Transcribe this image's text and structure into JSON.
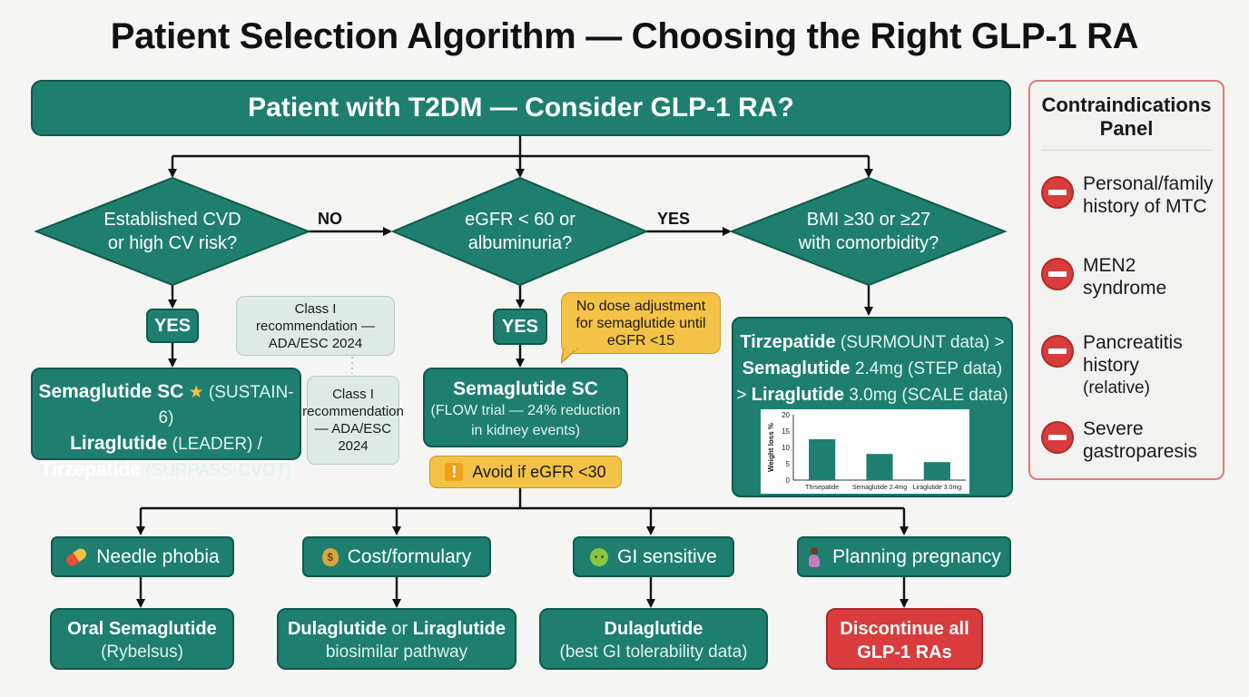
{
  "title": "Patient Selection Algorithm — Choosing the Right GLP-1 RA",
  "colors": {
    "teal": "#1e7f6e",
    "teal_dark": "#0f5a4d",
    "warning": "#f4c246",
    "danger": "#d93c3c",
    "note": "#dfe9e6"
  },
  "start": {
    "label": "Patient with T2DM — Consider GLP-1 RA?"
  },
  "decisions": {
    "cvd": {
      "line1": "Established CVD",
      "line2": "or high CV risk?"
    },
    "egfr": {
      "line1": "eGFR < 60 or",
      "line2": "albuminuria?"
    },
    "bmi": {
      "line1": "BMI ≥30 or ≥27",
      "line2": "with comorbidity?"
    }
  },
  "edge_labels": {
    "no": "NO",
    "yes": "YES"
  },
  "yes_pills": {
    "cvd": "YES",
    "egfr": "YES"
  },
  "notes": {
    "class1_a": {
      "l1": "Class I",
      "l2": "recommendation —",
      "l3": "ADA/ESC 2024"
    },
    "class1_b": {
      "l1": "Class I",
      "l2": "recommendation",
      "l3": "— ADA/ESC",
      "l4": "2024"
    },
    "dose": {
      "l1": "No dose adjustment",
      "l2": "for semaglutide until",
      "l3": "eGFR <15"
    },
    "avoid": {
      "icon": "warning-icon",
      "text": "Avoid if eGFR <30"
    }
  },
  "cvd_result": {
    "r1_bold": "Semaglutide SC",
    "r1_icon": "star-icon",
    "r1_rest": " (SUSTAIN-6)",
    "r2_bold": "Liraglutide",
    "r2_rest": " (LEADER) /",
    "r3_bold": "Tirzepatide",
    "r3_rest": " (SURPASS-CVOT)"
  },
  "egfr_result": {
    "bold": "Semaglutide SC",
    "l2": "(FLOW trial — 24% reduction",
    "l3": "in kidney events)"
  },
  "bmi_result": {
    "r1_bold": "Tirzepatide",
    "r1_rest": " (SURMOUNT data) >",
    "r2_bold": "Semaglutide",
    "r2_rest": " 2.4mg (STEP data)",
    "r3_pre": "> ",
    "r3_bold": "Liraglutide",
    "r3_rest": " 3.0mg (SCALE data)"
  },
  "chart_data": {
    "type": "bar",
    "categories": [
      "Thrsepatide",
      "Semaglutide 2.4mg",
      "Liraglutide 3.0mg"
    ],
    "values": [
      12.5,
      8,
      5.5
    ],
    "ylabel": "Weight loss %",
    "ylim": [
      0,
      20
    ],
    "yticks": [
      0,
      5,
      10,
      15,
      20
    ],
    "bar_color": "#1e7f6e",
    "grid": false
  },
  "branches": [
    {
      "icon": "pill-icon",
      "label": "Needle phobia",
      "result_bold": "Oral Semaglutide",
      "result_sub": "(Rybelsus)"
    },
    {
      "icon": "money-bag-icon",
      "label": "Cost/formulary",
      "result_bold1": "Dulaglutide",
      "result_mid": " or ",
      "result_bold2": "Liraglutide",
      "result_sub": "biosimilar pathway"
    },
    {
      "icon": "nauseated-face-icon",
      "label": "GI sensitive",
      "result_bold": "Dulaglutide",
      "result_sub": "(best GI tolerability data)"
    },
    {
      "icon": "pregnant-woman-icon",
      "label": "Planning pregnancy",
      "result_l1": "Discontinue all",
      "result_l2": "GLP-1 RAs"
    }
  ],
  "contraindications": {
    "title_l1": "Contraindications",
    "title_l2": "Panel",
    "items": [
      {
        "icon": "no-entry-icon",
        "l1": "Personal/family",
        "l2": "history of MTC"
      },
      {
        "icon": "no-entry-icon",
        "l1": "MEN2",
        "l2": "syndrome"
      },
      {
        "icon": "no-entry-icon",
        "l1": "Pancreatitis",
        "l2": "history",
        "l3": "(relative)"
      },
      {
        "icon": "no-entry-icon",
        "l1": "Severe",
        "l2": "gastroparesis"
      }
    ]
  }
}
